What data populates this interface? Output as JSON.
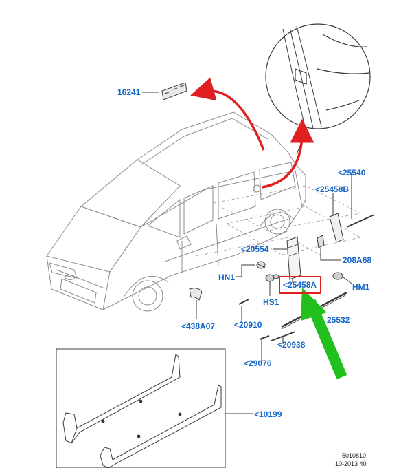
{
  "colors": {
    "label": "#1466c8",
    "line": "#3a3a3a",
    "car_line": "#8c8c8c",
    "highlight": "#e02020",
    "pointer": "#22c01e"
  },
  "callouts": {
    "c16241": "16241",
    "c25540": "<25540",
    "c25458B": "<25458B",
    "c20554": "<20554",
    "c208A68": "208A68",
    "cHN1": "HN1",
    "c25458A": "<25458A",
    "cHM1": "HM1",
    "cHS1": "HS1",
    "c25532": "25532",
    "c438A07": "<438A07",
    "c20910": "<20910",
    "c20938": "<20938",
    "c29076": "<29076",
    "c10199": "<10199"
  },
  "reference": {
    "code": "5010810",
    "date": "10-2013 40"
  }
}
